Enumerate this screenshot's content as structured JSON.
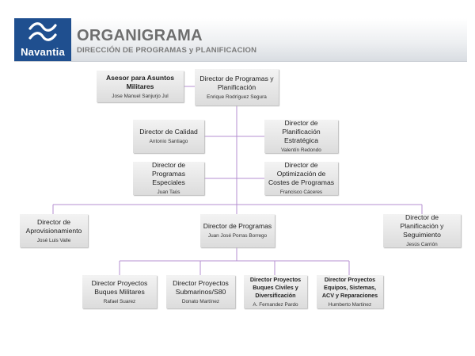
{
  "header": {
    "logo_text": "Navantia",
    "title": "ORGANIGRAMA",
    "subtitle": "DIRECCIÓN DE PROGRAMAS y PLANIFICACION"
  },
  "nodes": {
    "asesor": {
      "title": "Asesor para Asuntos Militares",
      "name": "Jose Manuel Sanjurjo Jul"
    },
    "director_programas_planificacion": {
      "title": "Director de Programas y Planificación",
      "name": "Enrique Rodríguez Segura"
    },
    "calidad": {
      "title": "Director de Calidad",
      "name": "Antonio Santiago"
    },
    "planificacion_estrategica": {
      "title": "Director de Planificación Estratégica",
      "name": "Valentín Redondo"
    },
    "programas_especiales": {
      "title": "Director de Programas Especiales",
      "name": "Juan Taús"
    },
    "optimizacion_costes": {
      "title": "Director de Optimización de Costes de Programas",
      "name": "Francisco Cáceres"
    },
    "aprovisionamiento": {
      "title": "Director de Aprovisionamiento",
      "name": "José Luis Valle"
    },
    "programas": {
      "title": "Director de Programas",
      "name": "Juan José Porras Borrego"
    },
    "planificacion_seguimiento": {
      "title": "Director de Planificación y Seguimiento",
      "name": "Jesús Carrión"
    },
    "buques_militares": {
      "title": "Director Proyectos Buques Militares",
      "name": "Rafael Suarez"
    },
    "submarinos": {
      "title": "Director Proyectos Submarinos/S80",
      "name": "Donato Martínez"
    },
    "buques_civiles": {
      "title": "Director Proyectos Buques Civiles y Diversificación",
      "name": "A. Fernandez Pardo"
    },
    "equipos_sistemas": {
      "title": "Director Proyectos Equipos, Sistemas, ACV y Reparaciones",
      "name": "Humberto Martinez"
    }
  },
  "colors": {
    "connector": "#b48fd0",
    "logo_bg": "#1f4f8f",
    "title_text": "#6e6e6e"
  }
}
